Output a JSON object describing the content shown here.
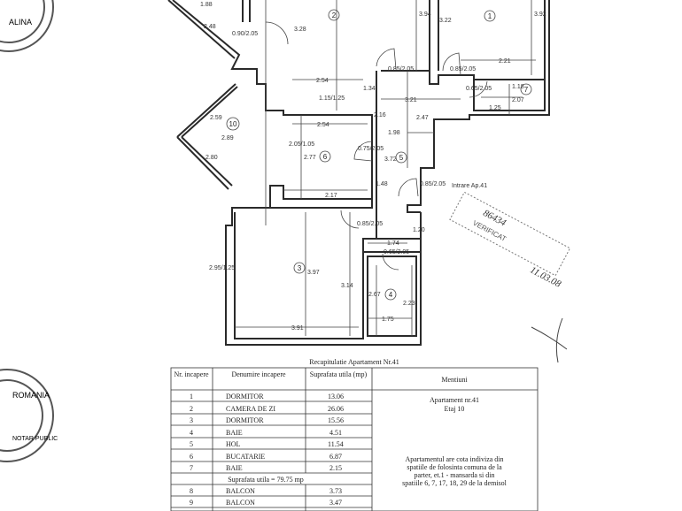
{
  "plan": {
    "rooms": [
      "1",
      "2",
      "3",
      "4",
      "5",
      "6",
      "7",
      "10"
    ],
    "dimensions": [
      "1.88",
      "2.48",
      "0.90/2.05",
      "3.28",
      "3.94",
      "3.22",
      "3.92",
      "2.54",
      "1.15/1.25",
      "1.34",
      "0.85/2.05",
      "0.85/2.05",
      "2.21",
      "0.65/2.05",
      "1.18",
      "2.07",
      "1.25",
      "3.21",
      "2.47",
      "2.16",
      "2.54",
      "1.98",
      "2.59",
      "2.89",
      "2.80",
      "2.05/1.05",
      "2.77",
      "0.75/2.05",
      "3.72",
      "1.48",
      "2.17",
      "0.85/2.05",
      "0.85/2.05",
      "1.74",
      "0.65/2.05",
      "1.20",
      "2.95/1.25",
      "3.97",
      "3.14",
      "2.67",
      "2.23",
      "3.91",
      "1.75"
    ],
    "entrance_label": "Intrare Ap.41",
    "stamp_text": [
      "86434",
      "VERIFICAT",
      "11.03.08"
    ]
  },
  "notary_stamps": [
    "ROMANIA",
    "NOTAR PUBLIC",
    "ALINA"
  ],
  "table": {
    "title": "Recapitulatie Apartament Nr.41",
    "headers": [
      "Nr. incapere",
      "Denumire incapere",
      "Suprafata utila (mp)",
      "Mentiuni"
    ],
    "rows": [
      {
        "nr": "1",
        "name": "DORMITOR",
        "area": "13.06"
      },
      {
        "nr": "2",
        "name": "CAMERA DE ZI",
        "area": "26.06"
      },
      {
        "nr": "3",
        "name": "DORMITOR",
        "area": "15.56"
      },
      {
        "nr": "4",
        "name": "BAIE",
        "area": "4.51"
      },
      {
        "nr": "5",
        "name": "HOL",
        "area": "11.54"
      },
      {
        "nr": "6",
        "name": "BUCATARIE",
        "area": "6.87"
      },
      {
        "nr": "7",
        "name": "BAIE",
        "area": "2.15"
      }
    ],
    "total": "Suprafata utila = 79.75 mp",
    "balcony_rows": [
      {
        "nr": "8",
        "name": "BALCON",
        "area": "3.73"
      },
      {
        "nr": "9",
        "name": "BALCON",
        "area": "3.47"
      }
    ],
    "mentions": {
      "line1": "Apartament nr.41",
      "line2": "Etaj 10",
      "note": [
        "Apartamentul are cota indiviza din",
        "spatiile de folosinta comuna de la",
        "parter, et.1 - mansarda si din",
        "spatiile 6, 7, 17, 18, 29 de la demisol"
      ]
    }
  }
}
